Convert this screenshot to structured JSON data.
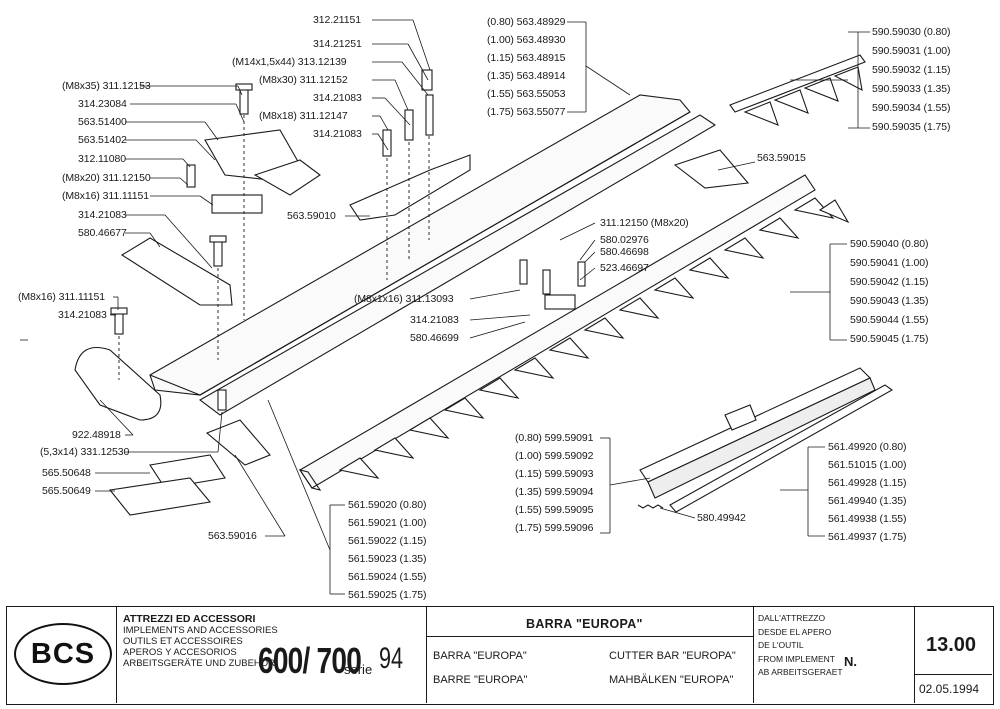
{
  "parts_left": [
    "(M8x35) 311.12153",
    "314.23084",
    "563.51400",
    "563.51402",
    "312.11080",
    "(M8x20) 311.12150",
    "(M8x16) 311.11151",
    "314.21083",
    "580.46677",
    "(M8x16) 311.11151",
    "314.21083",
    "922.48918",
    "(5,3x14) 331.12530",
    "565.50648",
    "565.50649",
    "563.59016"
  ],
  "parts_top_center": [
    "312.21151",
    "314.21251",
    "(M14x1,5x44) 313.12139",
    "(M8x30) 311.12152",
    "314.21083",
    "(M8x18) 311.12147",
    "314.21083",
    "563.59010"
  ],
  "sections_top": [
    "(0.80) 563.48929",
    "(1.00) 563.48930",
    "(1.15) 563.48915",
    "(1.35) 563.48914",
    "(1.55) 563.55053",
    "(1.75) 563.55077"
  ],
  "sections_right_top": [
    "590.59030 (0.80)",
    "590.59031 (1.00)",
    "590.59032 (1.15)",
    "590.59033 (1.35)",
    "590.59034 (1.55)",
    "590.59035 (1.75)"
  ],
  "part_563_59015": "563.59015",
  "parts_mid": [
    "311.12150 (M8x20)",
    "580.02976",
    "580.46698",
    "523.46697",
    "(M8x1x16) 311.13093",
    "314.21083",
    "580.46699"
  ],
  "sections_right_mid": [
    "590.59040 (0.80)",
    "590.59041 (1.00)",
    "590.59042 (1.15)",
    "590.59043 (1.35)",
    "590.59044 (1.55)",
    "590.59045 (1.75)"
  ],
  "sections_599": [
    "(0.80) 599.59091",
    "(1.00) 599.59092",
    "(1.15) 599.59093",
    "(1.35) 599.59094",
    "(1.55) 599.59095",
    "(1.75) 599.59096"
  ],
  "sections_561_right": [
    "561.49920 (0.80)",
    "561.51015 (1.00)",
    "561.49928 (1.15)",
    "561.49940 (1.35)",
    "561.49938 (1.55)",
    "561.49937 (1.75)"
  ],
  "part_580_49942": "580.49942",
  "sections_561_bottom": [
    "561.59020 (0.80)",
    "561.59021 (1.00)",
    "561.59022 (1.15)",
    "561.59023 (1.35)",
    "561.59024 (1.55)",
    "561.59025 (1.75)"
  ],
  "title_block": {
    "logo": "BCS",
    "heading": "ATTREZZI ED ACCESSORI",
    "lines": [
      "IMPLEMENTS AND ACCESSORIES",
      "OUTILS ET ACCESSOIRES",
      "APEROS Y ACCESORIOS",
      "ARBEITSGERÄTE UND ZUBEHÖR"
    ],
    "model": "600/ 700",
    "serie_word": "serie",
    "serie_number": "94",
    "barra_title": "BARRA \"EUROPA\"",
    "barra_it": "BARRA \"EUROPA\"",
    "barra_fr": "BARRE \"EUROPA\"",
    "barra_en": "CUTTER  BAR \"EUROPA\"",
    "barra_de": "MAHBÄLKEN \"EUROPA\"",
    "from_lines": [
      "DALL'ATTREZZO",
      "DESDE EL APERO",
      "DE L'OUTIL",
      "FROM IMPLEMENT",
      "AB ARBEITSGERAET"
    ],
    "n_label": "N.",
    "page": "13.00",
    "date": "02.05.1994"
  }
}
